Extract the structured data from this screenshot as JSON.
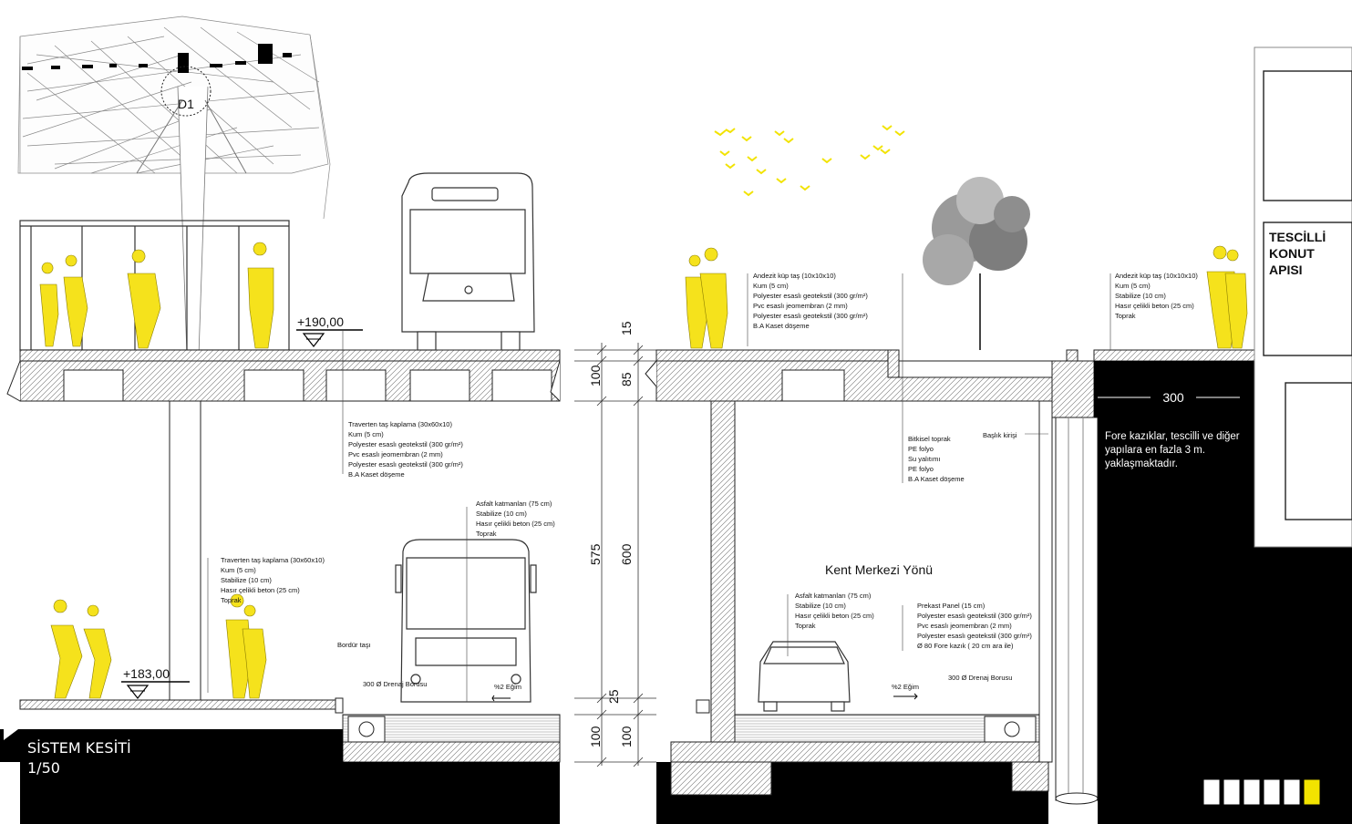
{
  "detail_marker": "D1",
  "levels": {
    "upper": "+190,00",
    "lower": "+183,00"
  },
  "dimensions": {
    "d15": "15",
    "d100_top": "100",
    "d85": "85",
    "d575": "575",
    "d600": "600",
    "d25": "25",
    "d100_bottom_left": "100",
    "d100_bottom_right": "100",
    "d300": "300"
  },
  "labels": {
    "upper_platform": [
      "Traverten taş kaplama (30x60x10)",
      "Kum (5 cm)",
      "Polyester esaslı geotekstil (300 gr/m²)",
      "Pvc esaslı jeomembran (2 mm)",
      "Polyester esaslı geotekstil (300 gr/m²)",
      "B.A Kaset döşeme"
    ],
    "lower_sidewalk": [
      "Traverten taş kaplama (30x60x10)",
      "Kum (5 cm)",
      "Stabilize (10 cm)",
      "Hasır çelikli beton (25 cm)",
      "Toprak"
    ],
    "road_left": [
      "Asfalt katmanları (75 cm)",
      "Stabilize (10 cm)",
      "Hasır çelikli beton (25 cm)",
      "Toprak"
    ],
    "road_right": [
      "Asfalt katmanları (75 cm)",
      "Stabilize (10 cm)",
      "Hasır çelikli beton (25 cm)",
      "Toprak"
    ],
    "pavement_mid": [
      "Andezit küp taş (10x10x10)",
      "Kum (5 cm)",
      "Polyester esaslı geotekstil (300 gr/m²)",
      "Pvc esaslı jeomembran (2 mm)",
      "Polyester esaslı geotekstil (300 gr/m²)",
      "B.A Kaset döşeme"
    ],
    "pavement_right": [
      "Andezit küp taş (10x10x10)",
      "Kum (5 cm)",
      "Stabilize (10 cm)",
      "Hasır çelikli beton (25 cm)",
      "Toprak"
    ],
    "planter": [
      "Bitkisel toprak",
      "PE folyo",
      "Su yalıtımı",
      "PE folyo",
      "B.A Kaset döşeme"
    ],
    "wall": [
      "Prekast Panel (15 cm)",
      "Polyester esaslı geotekstil (300 gr/m²)",
      "Pvc esaslı jeomembran (2 mm)",
      "Polyester esaslı geotekstil (300 gr/m²)",
      "Ø 80 Fore kazık ( 20 cm ara ile)"
    ],
    "bordur": "Bordür taşı",
    "drain_left": "300 Ø Drenaj Borusu",
    "drain_right": "300 Ø Drenaj Borusu",
    "slope_left": "%2 Eğim",
    "slope_right": "%2 Eğim",
    "baslik": "Başlık kirişi",
    "direction": "Kent Merkezi Yönü"
  },
  "note": [
    "Fore kazıklar, tescilli ve diğer",
    "yapılara en fazla 3 m.",
    "yaklaşmaktadır."
  ],
  "building": [
    "TESCİLLİ",
    "KONUT",
    "APISI"
  ],
  "title": {
    "name": "SİSTEM KESİTİ",
    "scale": "1/50"
  },
  "colors": {
    "accent": "#f2e300",
    "figure": "#f5e21c",
    "ink": "#111111",
    "fill_dark": "#000000"
  }
}
